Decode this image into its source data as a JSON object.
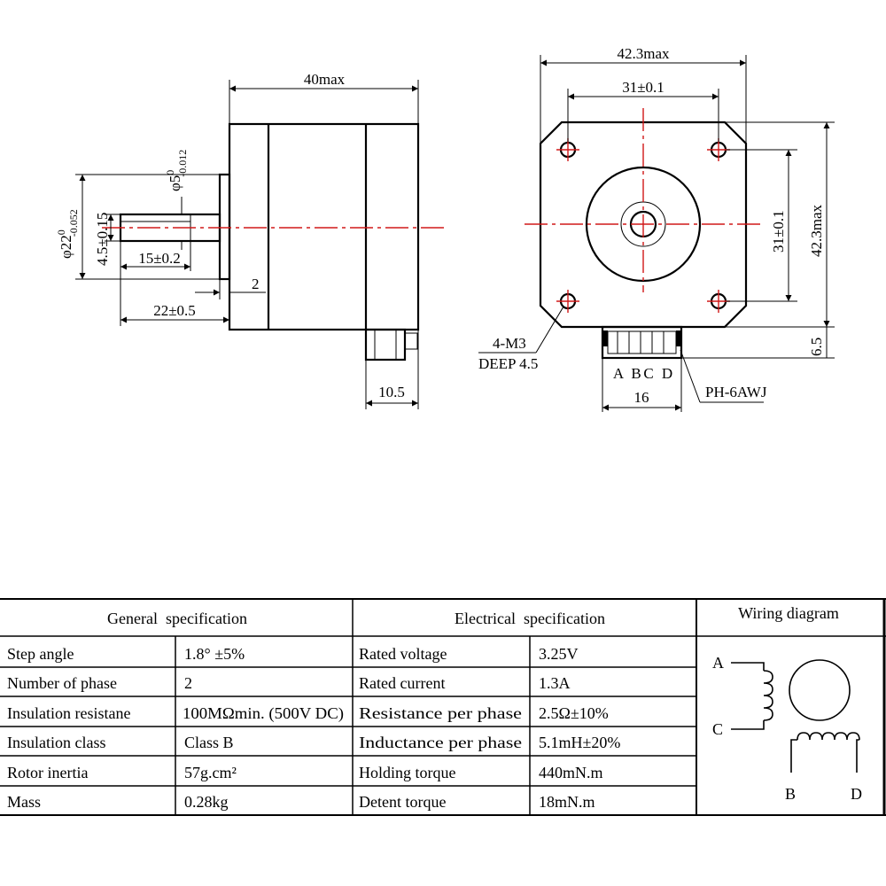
{
  "side_view": {
    "dim_length": "40max",
    "dim_shaft_dia": "φ5",
    "dim_shaft_dia_upper": "0",
    "dim_shaft_dia_lower": "-0.012",
    "dim_boss_dia": "φ22",
    "dim_boss_dia_upper": "0",
    "dim_boss_dia_lower": "-0.052",
    "dim_flat": "4.5±0.15",
    "dim_flat_len": "15±0.2",
    "dim_shaft_len": "22±0.5",
    "dim_boss_height": "2",
    "dim_connector_len": "10.5"
  },
  "front_view": {
    "dim_width": "42.3max",
    "dim_hole_spacing_h": "31±0.1",
    "dim_hole_spacing_v": "31±0.1",
    "dim_height": "42.3max",
    "dim_connector_height": "6.5",
    "dim_connector_width": "16",
    "holes_note_line1": "4-M3",
    "holes_note_line2": "DEEP 4.5",
    "connector_pins": [
      "A",
      "B",
      "C",
      "D"
    ],
    "connector_type": "PH-6AWJ"
  },
  "spec_table": {
    "general_header": "General  specification",
    "electrical_header": "Electrical  specification",
    "wiring_header": "Wiring diagram",
    "general_rows": [
      {
        "label": "Step angle",
        "value": "1.8° ±5%"
      },
      {
        "label": "Number of phase",
        "value": "2"
      },
      {
        "label": "Insulation resistane",
        "value": "100MΩmin. (500V DC)"
      },
      {
        "label": "Insulation class",
        "value": "Class B"
      },
      {
        "label": "Rotor inertia",
        "value": "57g.cm²"
      },
      {
        "label": "Mass",
        "value": "0.28kg"
      }
    ],
    "electrical_rows": [
      {
        "label": "Rated voltage",
        "value": "3.25V"
      },
      {
        "label": "Rated current",
        "value": "1.3A"
      },
      {
        "label": "Resistance per phase",
        "value": "2.5Ω±10%"
      },
      {
        "label": "Inductance per phase",
        "value": "5.1mH±20%"
      },
      {
        "label": "Holding torque",
        "value": "440mN.m"
      },
      {
        "label": "Detent torque",
        "value": "18mN.m"
      }
    ],
    "wiring_labels": {
      "a": "A",
      "c": "C",
      "b": "B",
      "d": "D"
    }
  },
  "colors": {
    "centerline": "#d01818",
    "line": "#000000"
  }
}
